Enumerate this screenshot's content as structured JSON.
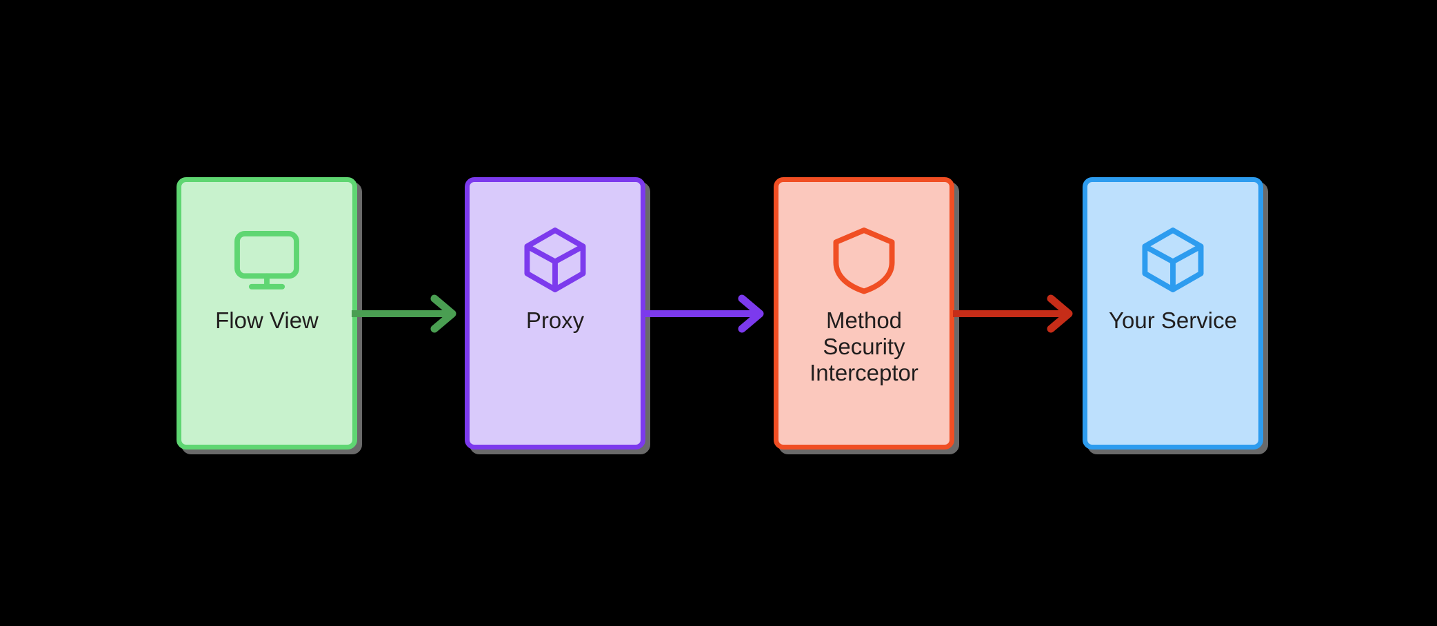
{
  "diagram": {
    "type": "flow",
    "background_color": "#000000",
    "orientation": "left-to-right",
    "nodes": [
      {
        "id": "flow-view",
        "label": "Flow View",
        "icon": "monitor-icon",
        "border_color": "#5FD672",
        "fill_color": "#C8F2CD",
        "text_color": "#211E1E"
      },
      {
        "id": "proxy",
        "label": "Proxy",
        "icon": "cube-icon",
        "border_color": "#7C3AED",
        "fill_color": "#D9CAFB",
        "text_color": "#211E1E"
      },
      {
        "id": "method-security-interceptor",
        "label": "Method\nSecurity\nInterceptor",
        "icon": "shield-icon",
        "border_color": "#F04E23",
        "fill_color": "#FBC8BD",
        "text_color": "#211E1E"
      },
      {
        "id": "your-service",
        "label": "Your Service",
        "icon": "cube-icon",
        "border_color": "#2D9CEF",
        "fill_color": "#BDE0FD",
        "text_color": "#211E1E"
      }
    ],
    "edges": [
      {
        "id": "edge-flow-view-proxy",
        "from": "flow-view",
        "to": "proxy",
        "label": "",
        "color": "#4A9E52"
      },
      {
        "id": "edge-proxy-interceptor",
        "from": "proxy",
        "to": "method-security-interceptor",
        "label": "",
        "color": "#7C3AED"
      },
      {
        "id": "edge-interceptor-your-service",
        "from": "method-security-interceptor",
        "to": "your-service",
        "label": "",
        "color": "#C62D18"
      }
    ]
  }
}
